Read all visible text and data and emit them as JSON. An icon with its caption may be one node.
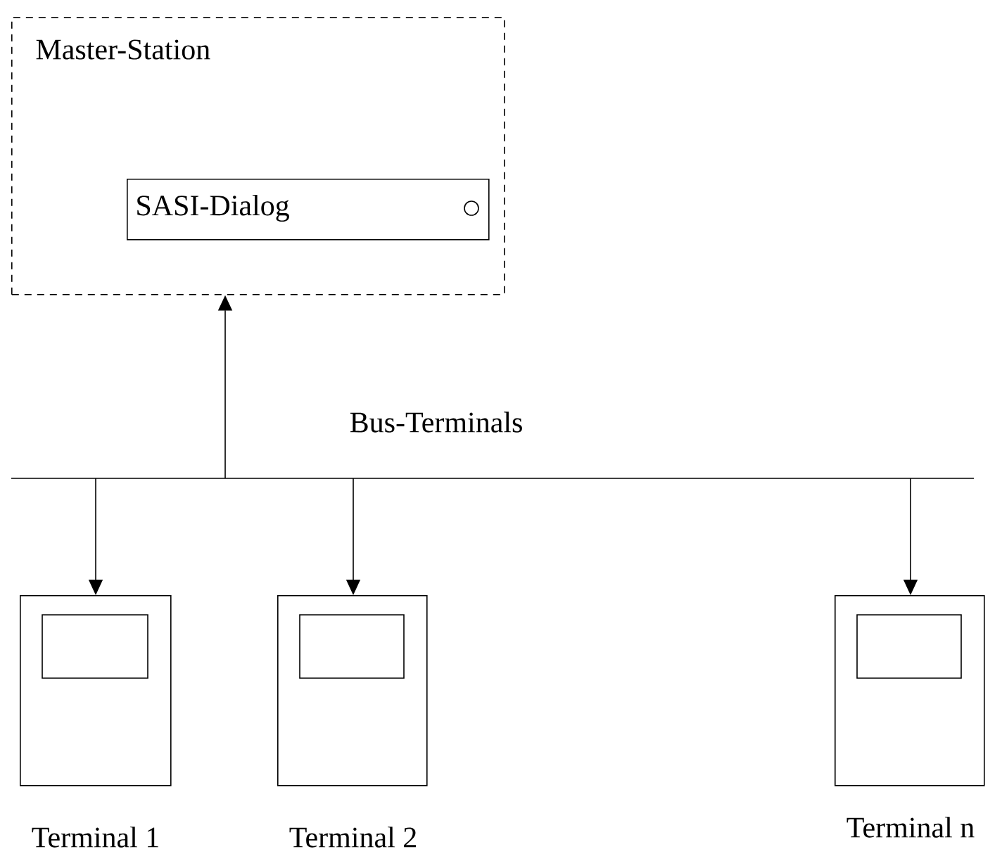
{
  "diagram": {
    "nodes": [
      {
        "text": [
          "Master-Station"
        ]
      },
      {
        "text": [
          "SASI-Dialog"
        ],
        "in": 0
      },
      {
        "text": [
          "Bus-Terminals"
        ]
      },
      {
        "text": [],
        "shape": "box",
        "beside": [
          "Terminal 1"
        ]
      },
      {
        "text": [],
        "shape": "box",
        "beside": [
          "Terminal 2"
        ]
      },
      {
        "text": [],
        "shape": "box",
        "beside": [
          "Terminal n"
        ]
      }
    ],
    "edges": [
      {
        "from": 2,
        "to": 0,
        "arrow": "to"
      },
      {
        "from": 2,
        "to": 3,
        "arrow": "to"
      },
      {
        "from": 2,
        "to": 4,
        "arrow": "to"
      },
      {
        "from": 2,
        "to": 5,
        "arrow": "to"
      }
    ]
  }
}
